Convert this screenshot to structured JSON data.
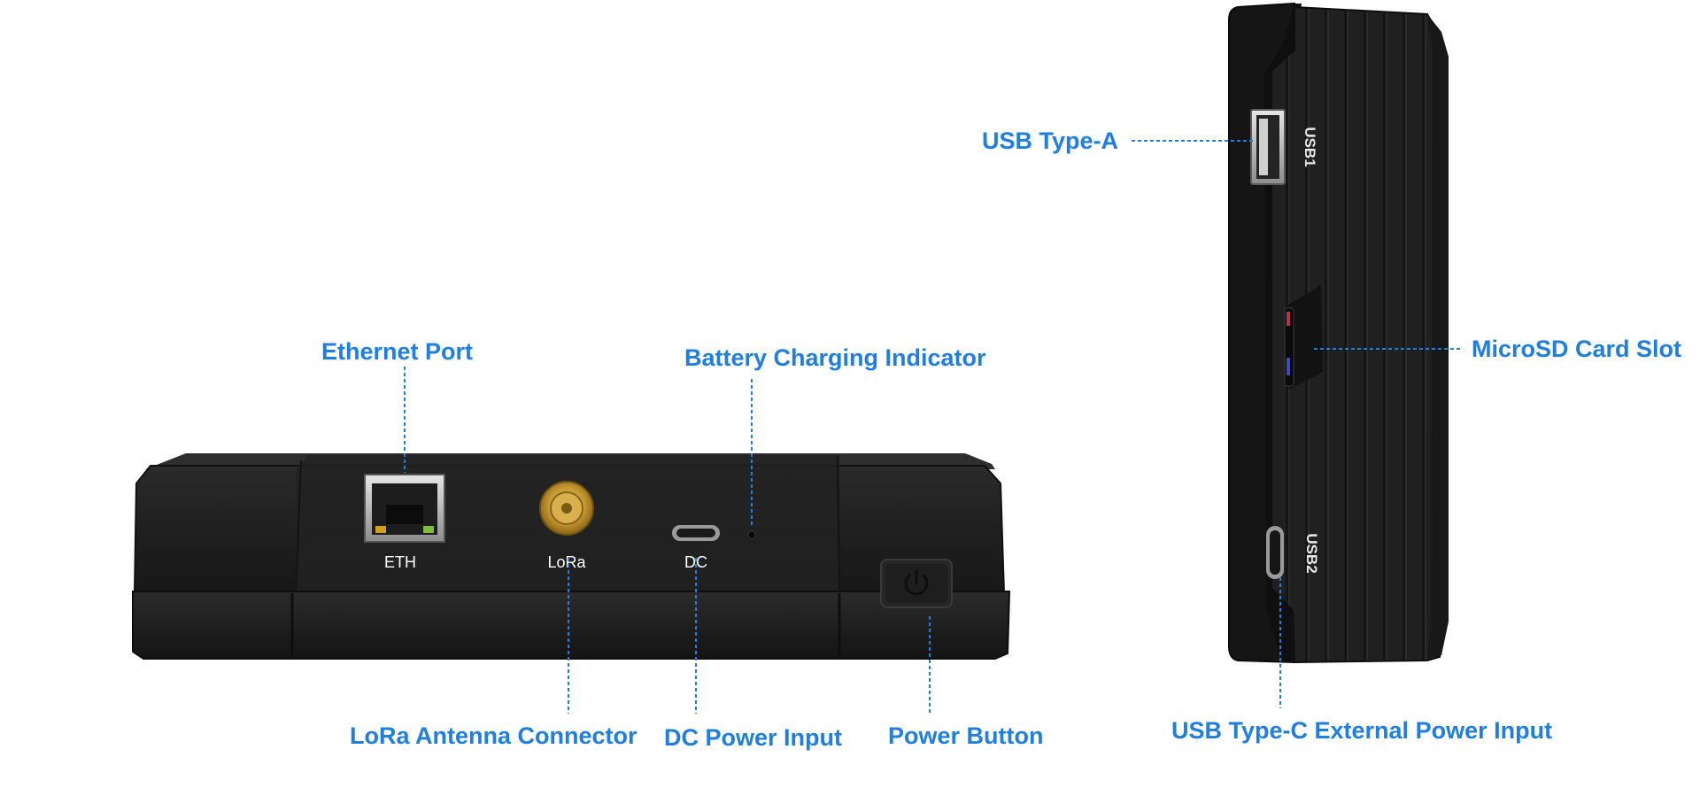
{
  "colors": {
    "label_blue": "#1e7fe0",
    "device_body": "#1c1c1c",
    "device_face": "#232323",
    "device_edge": "#111111",
    "sma_gold": "#c9a23c"
  },
  "front_view": {
    "port_labels": {
      "eth": "ETH",
      "lora": "LoRa",
      "dc": "DC"
    },
    "callouts": {
      "ethernet": "Ethernet Port",
      "battery_indicator": "Battery Charging Indicator",
      "lora_antenna": "LoRa Antenna Connector",
      "dc_power": "DC Power Input",
      "power_button": "Power Button"
    },
    "icons": {
      "ethernet": "rj45-port-icon",
      "lora": "sma-connector-icon",
      "dc": "usb-c-port-icon",
      "indicator": "led-dot-icon",
      "power": "power-icon"
    }
  },
  "side_view": {
    "port_labels": {
      "usb1": "USB1",
      "usb2": "USB2"
    },
    "callouts": {
      "usb_a": "USB Type-A",
      "microsd": "MicroSD Card Slot",
      "usb_c_power": "USB Type-C External Power Input"
    },
    "icons": {
      "usb_a": "usb-a-port-icon",
      "microsd": "microsd-slot-icon",
      "usb_c": "usb-c-port-icon"
    }
  }
}
